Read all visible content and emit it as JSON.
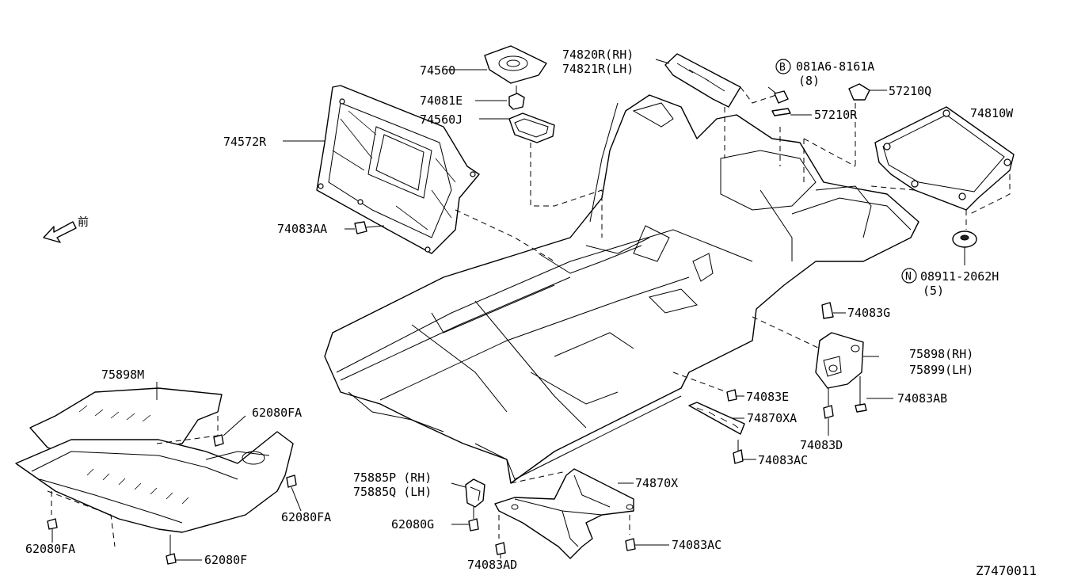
{
  "diagram_id": "Z7470011",
  "front_arrow_glyph": "前",
  "labels": {
    "p74560": "74560",
    "p74081E": "74081E",
    "p74560J": "74560J",
    "p74572R": "74572R",
    "p74083AA": "74083AA",
    "p74820R": "74820R(RH)",
    "p74821R": "74821R(LH)",
    "bolt_b_prefix": "B",
    "bolt_b_number": "081A6-8161A",
    "bolt_b_qty": "(8)",
    "p57210Q": "57210Q",
    "p57210R": "57210R",
    "p74810W": "74810W",
    "nut_n_prefix": "N",
    "nut_n_number": "08911-2062H",
    "nut_n_qty": "(5)",
    "p74083G": "74083G",
    "p75898RH": "75898(RH)",
    "p75899LH": "75899(LH)",
    "p74083E": "74083E",
    "p74083AB": "74083AB",
    "p74870XA": "74870XA",
    "p74083D": "74083D",
    "p74083AC_a": "74083AC",
    "p75898M": "75898M",
    "p62080FA_a": "62080FA",
    "p62080FA_b": "62080FA",
    "p62080FA_c": "62080FA",
    "p62080F": "62080F",
    "p75885P": "75885P (RH)",
    "p75885Q": "75885Q (LH)",
    "p62080G": "62080G",
    "p74870X": "74870X",
    "p74083AD": "74083AD",
    "p74083AC_b": "74083AC"
  }
}
